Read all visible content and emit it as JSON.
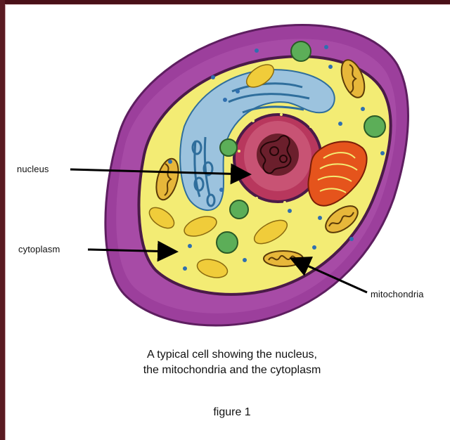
{
  "labels": {
    "nucleus": "nucleus",
    "cytoplasm": "cytoplasm",
    "mitochondria": "mitochondria"
  },
  "caption": {
    "line1": "A typical cell showing the nucleus,",
    "line2": "the mitochondria and the cytoplasm"
  },
  "figure_label": "figure 1",
  "colors": {
    "membrane": "#8e2f8a",
    "membrane_outer": "#a54aa5",
    "cytoplasm": "#f3ec74",
    "nucleus": "#b8375d",
    "nucleolus": "#5a1620",
    "er": "#8fb9d8",
    "mitochondria": "#e7b73a",
    "golgi_orange": "#e5541c",
    "vesicle_green": "#5cae58",
    "dots": "#2f6fb0",
    "frame": "#5a1b22"
  }
}
